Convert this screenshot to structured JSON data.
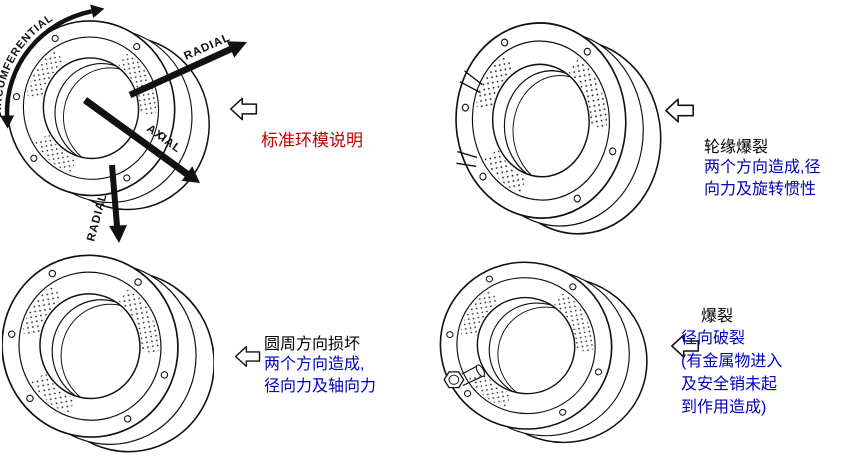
{
  "panels": {
    "standard": {
      "label": "标准环模说明",
      "arrow_labels": {
        "circumferential": "CIRCUMFERENTIAL",
        "radial_top": "RADIAL",
        "axial": "AXIAL",
        "radial_bottom": "RADIAL"
      }
    },
    "rim_burst": {
      "title": "轮缘爆裂",
      "desc_lines": [
        "两个方向造成,径",
        "向力及旋转惯性"
      ]
    },
    "circumferential_damage": {
      "title": "圆周方向损坏",
      "desc_lines": [
        "两个方向造成,",
        "径向力及轴向力"
      ]
    },
    "radial_burst": {
      "title": "爆裂",
      "desc_lines": [
        "径向破裂",
        "(有金属物进入",
        "及安全销未起",
        "到作用造成)"
      ]
    }
  },
  "colors": {
    "label_red": "#c40000",
    "desc_blue": "#0000bb",
    "line_black": "#111111",
    "background": "#ffffff"
  }
}
